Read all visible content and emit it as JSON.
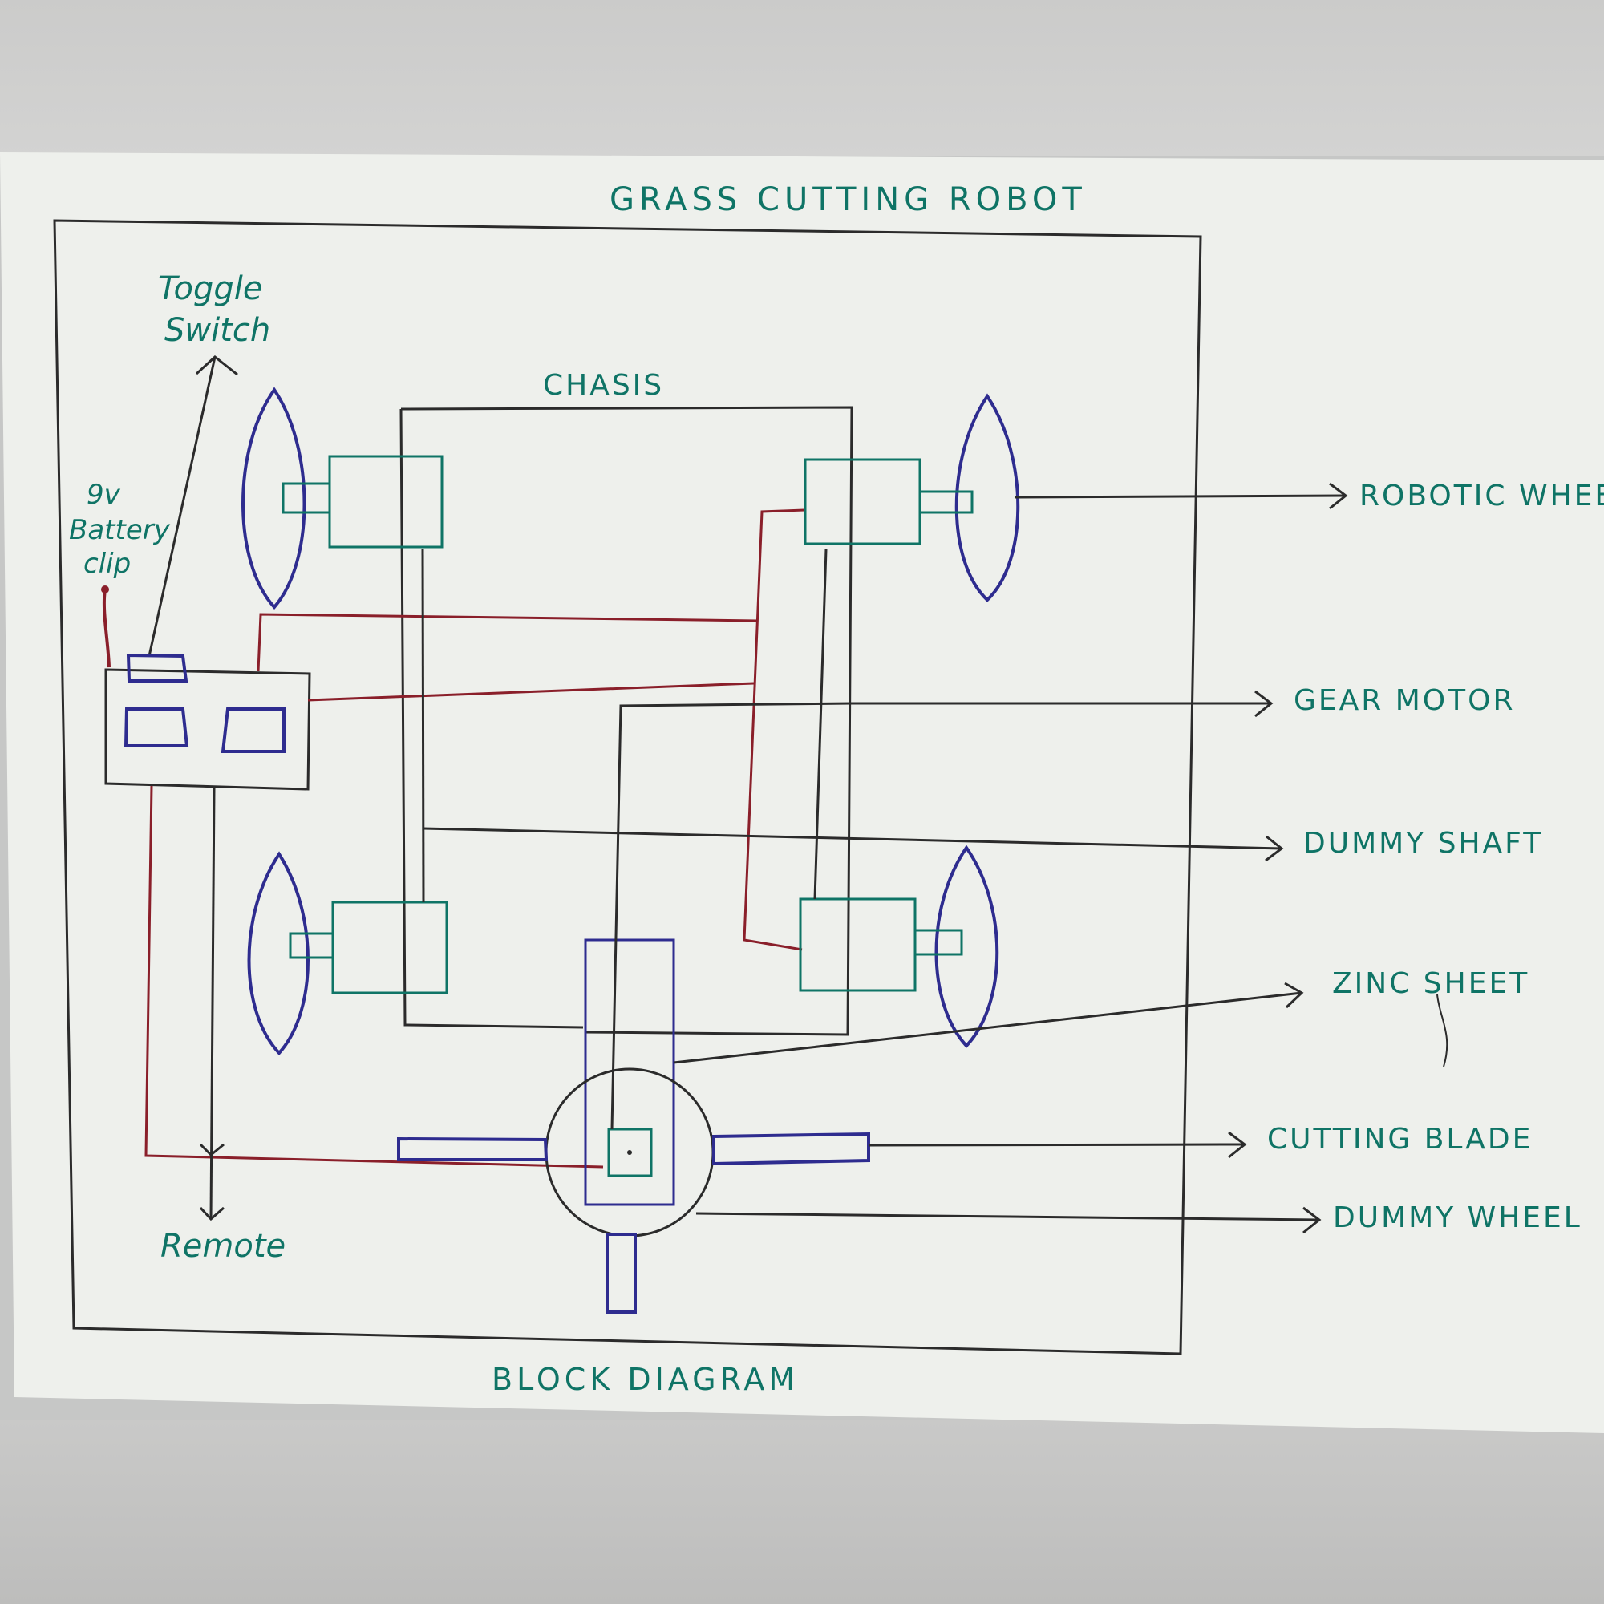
{
  "diagram": {
    "title": "GRASS CUTTING ROBOT",
    "caption": "BLOCK DIAGRAM",
    "labels": {
      "toggle_switch_line1": "Toggle",
      "toggle_switch_line2": "Switch",
      "battery_line1": "9v",
      "battery_line2": "Battery",
      "battery_line3": "clip",
      "chasis": "CHASIS",
      "robotic_wheel": "ROBOTIC WHEEL",
      "gear_motor": "GEAR MOTOR",
      "dummy_shaft": "DUMMY SHAFT",
      "zinc_sheet": "ZINC SHEET",
      "cutting_blade": "CUTTING BLADE",
      "dummy_wheel": "DUMMY WHEEL",
      "remote": "Remote"
    },
    "colors": {
      "ink_black": "#2b2b2b",
      "ink_green": "#0f7466",
      "ink_blue": "#2e2c8f",
      "ink_red": "#8a1f2a",
      "paper": "#eef0ec"
    }
  }
}
